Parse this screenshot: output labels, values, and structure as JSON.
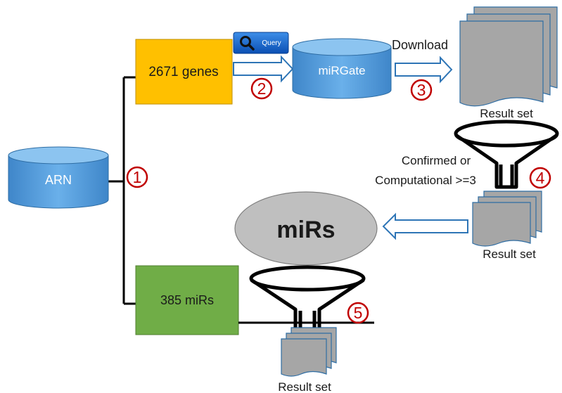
{
  "nodes": {
    "arn": "ARN",
    "genes": "2671 genes",
    "query_button": "Query",
    "mirgate": "miRGate",
    "download": "Download",
    "result_set_top": "Result set",
    "filter_label_line1": "Confirmed or",
    "filter_label_line2": "Computational >=3",
    "result_set_mid": "Result set",
    "mirs_final": "miRs",
    "mirs_385": "385 miRs",
    "result_set_bottom": "Result set"
  },
  "steps": [
    "1",
    "2",
    "3",
    "4",
    "5"
  ],
  "colors": {
    "cylinder": "#4f9bd9",
    "genes_box": "#ffc000",
    "mirs_box": "#70ad47",
    "ellipse": "#bfbfbf",
    "arrow_outline": "#2e75b6",
    "step_number": "#c00000",
    "document": "#a6a6a6"
  }
}
